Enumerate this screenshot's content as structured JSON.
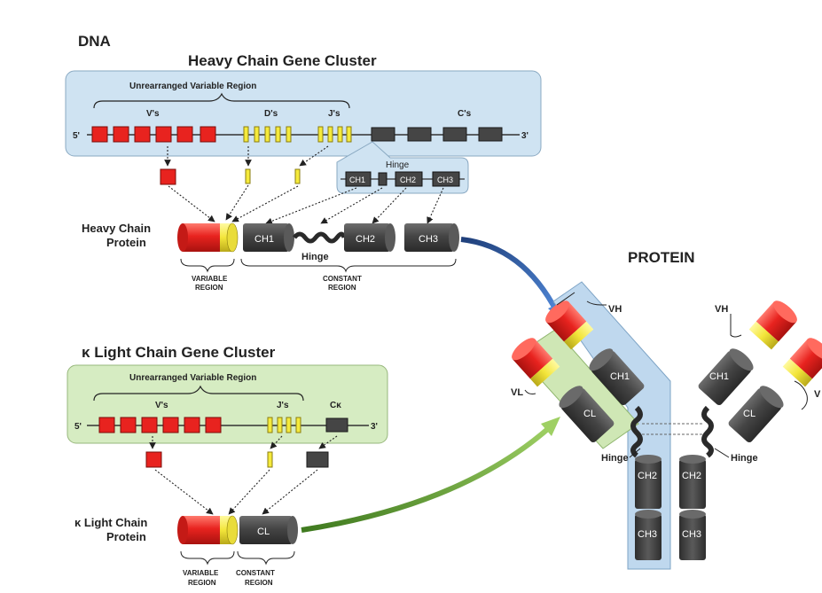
{
  "dna_title": "DNA",
  "protein_title": "PROTEIN",
  "heavy": {
    "title": "Heavy Chain Gene Cluster",
    "unrearranged": "Unrearranged  Variable Region",
    "v_label": "V's",
    "d_label": "D's",
    "j_label": "J's",
    "c_label": "C's",
    "five_prime": "5'",
    "three_prime": "3'",
    "hinge_box_label": "Hinge",
    "ch1": "CH1",
    "ch2": "CH2",
    "ch3": "CH3",
    "protein_label_1": "Heavy Chain",
    "protein_label_2": "Protein",
    "hinge": "Hinge",
    "variable_region_1": "VARIABLE",
    "variable_region_2": "REGION",
    "constant_region_1": "CONSTANT",
    "constant_region_2": "REGION"
  },
  "light": {
    "title": "κ Light Chain Gene Cluster",
    "unrearranged": "Unrearranged  Variable Region",
    "v_label": "V's",
    "j_label": "J's",
    "c_label": "Cκ",
    "five_prime": "5'",
    "three_prime": "3'",
    "cl": "CL",
    "protein_label_1": "κ Light Chain",
    "protein_label_2": "Protein",
    "variable_region_1": "VARIABLE",
    "variable_region_2": "REGION",
    "constant_region_1": "CONSTANT",
    "constant_region_2": "REGION"
  },
  "antibody": {
    "vh_left": "VH",
    "vh_right": "VH",
    "vl": "VL",
    "v_right": "V",
    "ch1_left": "CH1",
    "ch1_right": "CH1",
    "cl_left": "CL",
    "cl_right": "CL",
    "hinge_left": "Hinge",
    "hinge_right": "Hinge",
    "ch2_left": "CH2",
    "ch2_right": "CH2",
    "ch3_left": "CH3",
    "ch3_right": "CH3"
  },
  "colors": {
    "variable_red": "#e8231f",
    "joining_yellow": "#f5ea3c",
    "constant_dark": "#4a4a4a",
    "heavy_box": "#cfe3f2",
    "light_box": "#d6ecc2",
    "blue_arrow": "#2f5fb0",
    "green_arrow": "#6aa73a"
  }
}
